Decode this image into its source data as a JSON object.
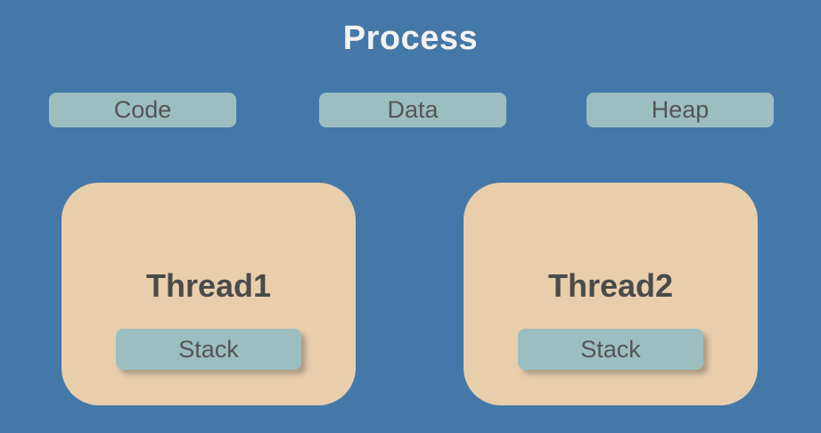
{
  "diagram": {
    "title": "Process",
    "segments": [
      {
        "label": "Code"
      },
      {
        "label": "Data"
      },
      {
        "label": "Heap"
      }
    ],
    "threads": [
      {
        "label": "Thread1",
        "stack_label": "Stack"
      },
      {
        "label": "Thread2",
        "stack_label": "Stack"
      }
    ],
    "colors": {
      "background": "#4478A8",
      "segment_fill": "#9DBEC1",
      "thread_fill": "#E9CEAC",
      "title_text": "#F2F2F2",
      "label_text": "#555555",
      "thread_text": "#4A4A4A"
    }
  }
}
